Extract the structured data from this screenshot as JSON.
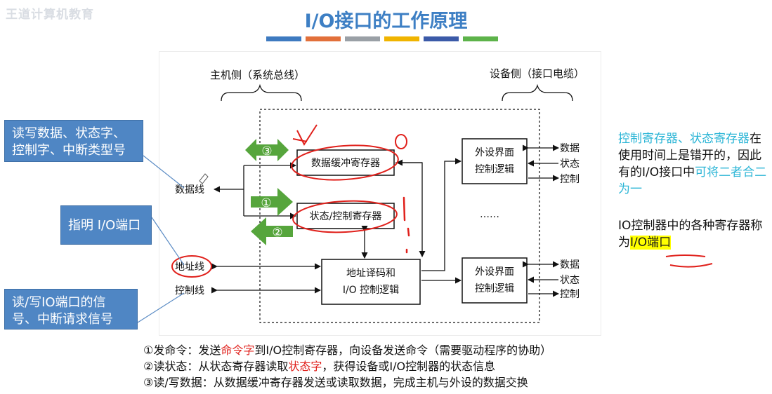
{
  "watermark": "王道计算机教育",
  "title": "I/O接口的工作原理",
  "colorbar": [
    "#3e7ac0",
    "#e2703a",
    "#9aa0a6",
    "#f0b400",
    "#3b5aa8",
    "#5db34a"
  ],
  "diagram": {
    "host_side": "主机侧（系统总线）",
    "device_side": "设备侧（接口电缆）",
    "data_line": "数据线",
    "addr_line": "地址线",
    "ctrl_line": "控制线",
    "data_buffer": "数据缓冲寄存器",
    "status_ctrl": "状态/控制寄存器",
    "addr_decode_1": "地址译码和",
    "addr_decode_2": "I/O 控制逻辑",
    "ext_1a": "外设界面",
    "ext_1b": "控制逻辑",
    "ext_2a": "外设界面",
    "ext_2b": "控制逻辑",
    "dots": "……",
    "sig_data": "数据",
    "sig_status": "状态",
    "sig_ctrl": "控制",
    "arrow_1": "①",
    "arrow_2": "②",
    "arrow_3": "③"
  },
  "callouts": {
    "rw": "读写数据、状态字、控制字、中断类型号",
    "port": "指明 I/O端口",
    "signals": "读/写IO端口的信号、中断请求信号"
  },
  "note1": {
    "a": "控制寄存器、状态寄存器",
    "b": "在使用时间上是错开的，因此有的I/O接口中",
    "c": "可将二者合二为一"
  },
  "note2": {
    "a": "IO控制器中的各种寄存器称为",
    "b": "I/O端口"
  },
  "footer": {
    "l1a": "①发命令：发送",
    "l1b": "命令字",
    "l1c": "到I/O控制寄存器，向设备发送命令（需要驱动程序的协助）",
    "l2a": "②读状态：从状态寄存器读取",
    "l2b": "状态字",
    "l2c": "，获得设备或I/O控制器的状态信息",
    "l3": "③读/写数据：从数据缓冲寄存器发送或读取数据，完成主机与外设的数据交换"
  }
}
